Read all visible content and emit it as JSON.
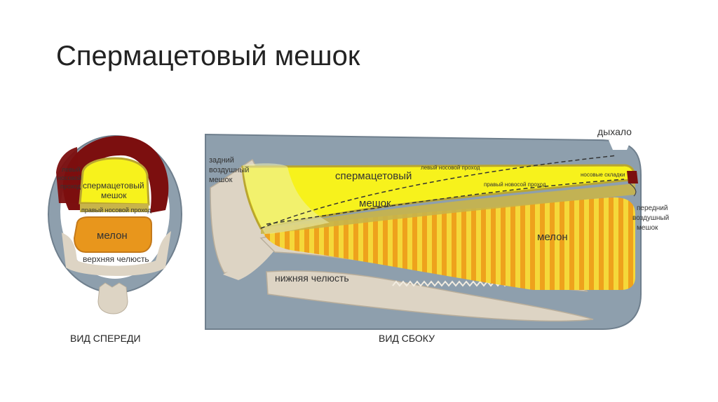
{
  "slide": {
    "title": "Спермацетовый мешок"
  },
  "front_view": {
    "caption": "ВИД СПЕРЕДИ",
    "labels": {
      "left_nasal_1": "левый",
      "left_nasal_2": "носовой",
      "left_nasal_3": "проход",
      "spermaceti_1": "спермацетовый",
      "spermaceti_2": "мешок",
      "right_nasal": "правый носовой проход",
      "melon": "мелон",
      "upper_jaw": "верхняя челюсть"
    }
  },
  "side_view": {
    "caption": "ВИД СБОКУ",
    "labels": {
      "blowhole": "дыхало",
      "rear_sac_1": "задний",
      "rear_sac_2": "воздушный",
      "rear_sac_3": "мешок",
      "spermaceti_1": "спермацетовый",
      "spermaceti_2": "мешок",
      "left_nasal": "левый носовой проход",
      "right_nasal": "правый новосой проход",
      "nasal_folds": "носовые складки",
      "front_sac_1": "передний",
      "front_sac_2": "воздушный",
      "front_sac_3": "мешок",
      "melon": "мелон",
      "lower_jaw": "нижняя челюсть"
    }
  },
  "colors": {
    "body_gray": "#8e9fad",
    "spermaceti_yellow": "#f7f21c",
    "melon_orange": "#e8961c",
    "muscle_red": "#7c0f0f",
    "bone": "#ddd4c4",
    "casing_olive": "#c8b44a"
  }
}
